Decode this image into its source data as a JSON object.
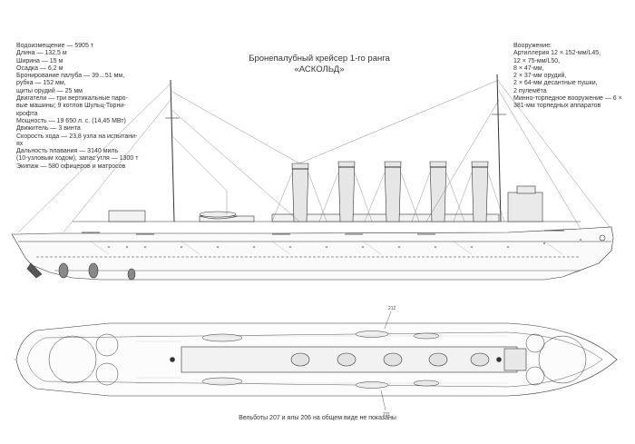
{
  "title": {
    "line1": "Бронепалубный крейсер 1-го ранга",
    "line2": "«АСКОЛЬД»"
  },
  "specs_left": [
    "Водоизмещение — 5905 т",
    "Длина — 132,5 м",
    "Ширина — 15 м",
    "Осадка — 6,2 м",
    "Бронирование палуба — 39…51 мм,",
    "рубка — 152 мм,",
    "щиты орудий — 25 мм",
    "Двигатели — три вертикальные паро-",
    "вые машины; 9 котлов Шульц-Торни-",
    "крофта",
    "Мощность — 19 650 л. с. (14,45 МВт)",
    "Движитель — 3 винта",
    "Скорость хода — 23,8 узла на испытани-",
    "ях",
    "Дальность плавания — 3140 миль",
    "(10-узловым ходом), запас угля — 1300 т",
    "Экипаж — 580 офицеров и матросов"
  ],
  "specs_right": [
    "Вооружение:",
    "Артиллерия 12 × 152-мм/L45,",
    "12 × 75-мм/L50,",
    "8 × 47-мм,",
    "2 × 37-мм орудий,",
    "2 × 64-мм десантные пушки,",
    "2 пулемёта",
    "Минно-торпедное вооружение — 6 ×",
    "381-мм торпедных аппаратов"
  ],
  "caption": "Вельботы 207 и ялы 206 на общем виде не показаны",
  "labels": {
    "top_ref": "212",
    "bottom_ref": "211"
  }
}
